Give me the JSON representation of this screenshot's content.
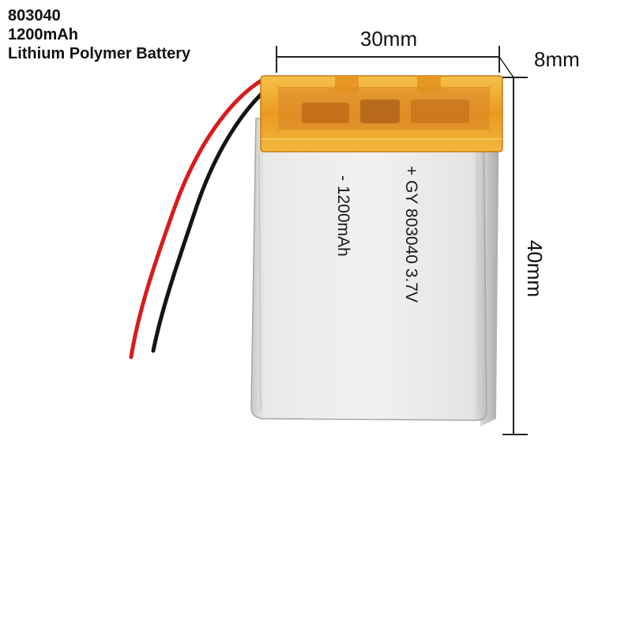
{
  "product": {
    "model": "803040",
    "capacity": "1200mAh",
    "type": "Lithium Polymer Battery"
  },
  "dimensions": {
    "width_label": "30mm",
    "thickness_label": "8mm",
    "height_label": "40mm"
  },
  "cell_print": {
    "line_1": "+ GY 803040  3.7V",
    "line_2": "- 1200mAh"
  },
  "colors": {
    "tape": "#f0a020",
    "cell_body": "#e2e2e2",
    "wire_positive": "#d81c1c",
    "wire_negative": "#141414"
  }
}
